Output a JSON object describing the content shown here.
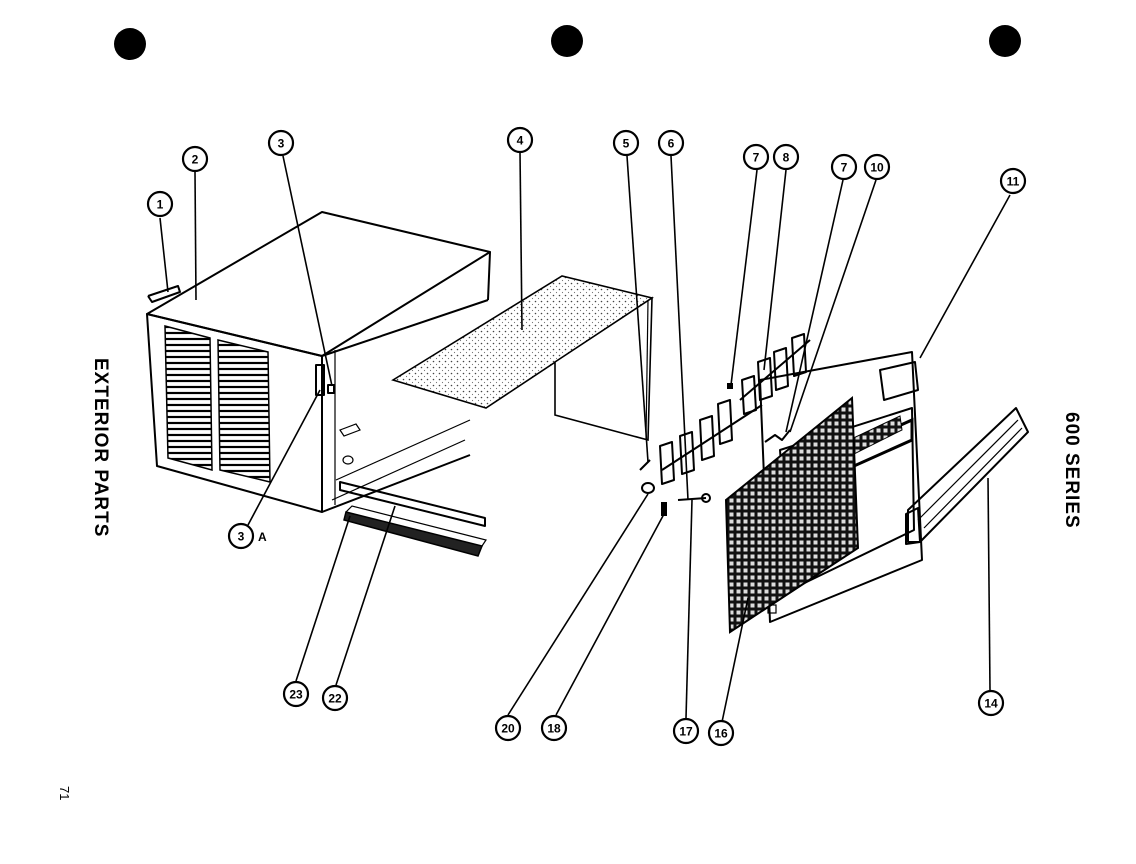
{
  "page": {
    "side_title": "EXTERIOR PARTS",
    "series_label": "600 SERIES",
    "page_number": "71"
  },
  "callouts": [
    {
      "id": "c1",
      "label": "1"
    },
    {
      "id": "c2",
      "label": "2"
    },
    {
      "id": "c3",
      "label": "3"
    },
    {
      "id": "c3a",
      "label": "3",
      "suffix": "A"
    },
    {
      "id": "c4",
      "label": "4"
    },
    {
      "id": "c5",
      "label": "5"
    },
    {
      "id": "c6",
      "label": "6"
    },
    {
      "id": "c7a",
      "label": "7"
    },
    {
      "id": "c8",
      "label": "8"
    },
    {
      "id": "c7b",
      "label": "7"
    },
    {
      "id": "c10",
      "label": "10"
    },
    {
      "id": "c11",
      "label": "11"
    },
    {
      "id": "c14",
      "label": "14"
    },
    {
      "id": "c16",
      "label": "16"
    },
    {
      "id": "c17",
      "label": "17"
    },
    {
      "id": "c18",
      "label": "18"
    },
    {
      "id": "c20",
      "label": "20"
    },
    {
      "id": "c22",
      "label": "22"
    },
    {
      "id": "c23",
      "label": "23"
    }
  ]
}
